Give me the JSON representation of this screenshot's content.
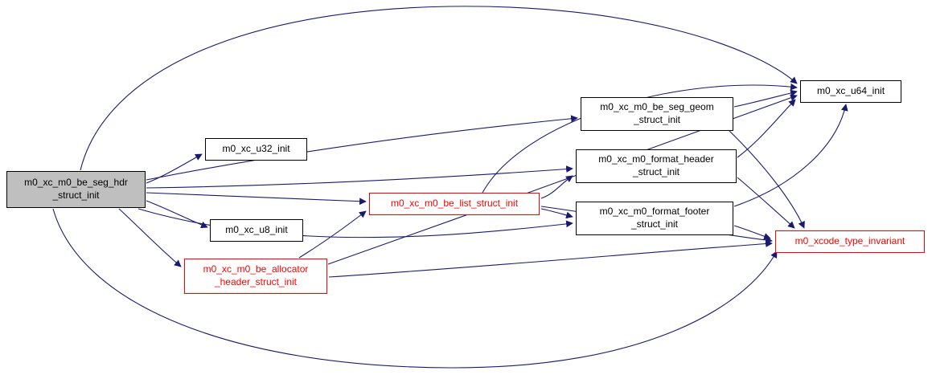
{
  "diagram": {
    "type": "call-graph",
    "nodes": {
      "seg_hdr": {
        "label": "m0_xc_m0_be_seg_hdr\n_struct_init",
        "highlighted": true
      },
      "u32": {
        "label": "m0_xc_u32_init"
      },
      "u8": {
        "label": "m0_xc_u8_init"
      },
      "allocator": {
        "label": "m0_xc_m0_be_allocator\n_header_struct_init",
        "red": true
      },
      "be_list": {
        "label": "m0_xc_m0_be_list_struct_init",
        "red": true
      },
      "seg_geom": {
        "label": "m0_xc_m0_be_seg_geom\n_struct_init"
      },
      "format_header": {
        "label": "m0_xc_m0_format_header\n_struct_init"
      },
      "format_footer": {
        "label": "m0_xc_m0_format_footer\n_struct_init"
      },
      "u64": {
        "label": "m0_xc_u64_init"
      },
      "invariant": {
        "label": "m0_xcode_type_invariant",
        "red": true
      }
    },
    "edges": [
      {
        "from": "seg_hdr",
        "to": "u64"
      },
      {
        "from": "seg_hdr",
        "to": "u32"
      },
      {
        "from": "seg_hdr",
        "to": "u8"
      },
      {
        "from": "seg_hdr",
        "to": "allocator"
      },
      {
        "from": "seg_hdr",
        "to": "be_list"
      },
      {
        "from": "seg_hdr",
        "to": "seg_geom"
      },
      {
        "from": "seg_hdr",
        "to": "format_header"
      },
      {
        "from": "seg_hdr",
        "to": "format_footer"
      },
      {
        "from": "seg_hdr",
        "to": "invariant"
      },
      {
        "from": "allocator",
        "to": "be_list"
      },
      {
        "from": "allocator",
        "to": "u64"
      },
      {
        "from": "allocator",
        "to": "invariant"
      },
      {
        "from": "be_list",
        "to": "format_header"
      },
      {
        "from": "be_list",
        "to": "format_footer"
      },
      {
        "from": "be_list",
        "to": "u64"
      },
      {
        "from": "be_list",
        "to": "invariant"
      },
      {
        "from": "seg_geom",
        "to": "u64"
      },
      {
        "from": "seg_geom",
        "to": "invariant"
      },
      {
        "from": "format_header",
        "to": "u64"
      },
      {
        "from": "format_header",
        "to": "invariant"
      },
      {
        "from": "format_footer",
        "to": "u64"
      },
      {
        "from": "format_footer",
        "to": "invariant"
      }
    ],
    "colors": {
      "edge": "#191970",
      "node_border": "#000000",
      "red_node": "#ff0000",
      "highlight_fill": "#bfbfbf",
      "background": "#ffffff"
    }
  }
}
